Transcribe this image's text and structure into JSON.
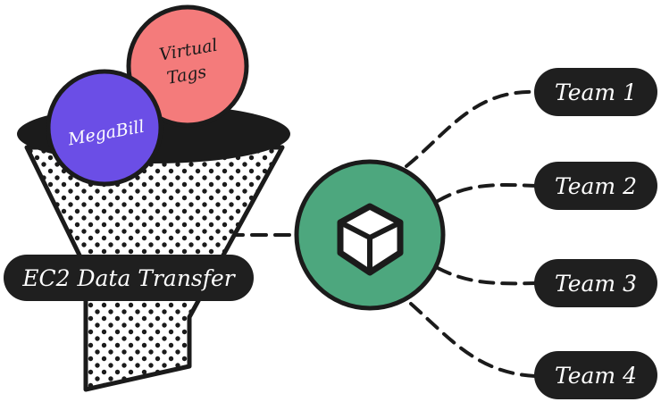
{
  "funnel": {
    "label": "EC2 Data Transfer",
    "inputs": [
      {
        "line1": "MegaBill",
        "line2": "",
        "color": "#6b4ee6",
        "text_color": "#ffffff"
      },
      {
        "line1": "Virtual",
        "line2": "Tags",
        "color": "#f47b7b",
        "text_color": "#1a1a1a"
      }
    ]
  },
  "hub": {
    "icon": "cube-icon",
    "color": "#4da77e"
  },
  "teams": [
    {
      "label": "Team 1"
    },
    {
      "label": "Team 2"
    },
    {
      "label": "Team 3"
    },
    {
      "label": "Team 4"
    }
  ],
  "colors": {
    "ink": "#1b1b1b",
    "pill": "#1f1f1f"
  }
}
